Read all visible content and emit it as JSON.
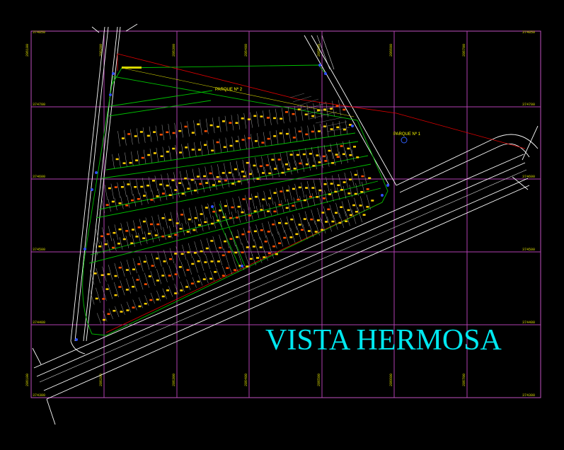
{
  "drawing": {
    "title": "VISTA HERMOSA",
    "park_labels": [
      "PARQUE Nº 1",
      "PARQUE Nº 2"
    ],
    "grid_labels_left": [
      "374850",
      "374700",
      "374600",
      "374500",
      "374400",
      "374300"
    ],
    "grid_labels_right": [
      "374850",
      "374700",
      "374600",
      "374500",
      "374400",
      "374300"
    ],
    "grid_labels_top": [
      "286100",
      "286200",
      "286300",
      "286400",
      "286500",
      "286600",
      "286700"
    ],
    "grid_labels_bottom": [
      "286100",
      "286200",
      "286300",
      "286400",
      "286500",
      "286600",
      "286700"
    ],
    "colors": {
      "background": "#000000",
      "grid": "#b040b0",
      "title": "#00e8f0",
      "lots": "#ffd000",
      "boundary": "#e00000",
      "streets": "#00c000",
      "roads": "#ffffff"
    }
  }
}
